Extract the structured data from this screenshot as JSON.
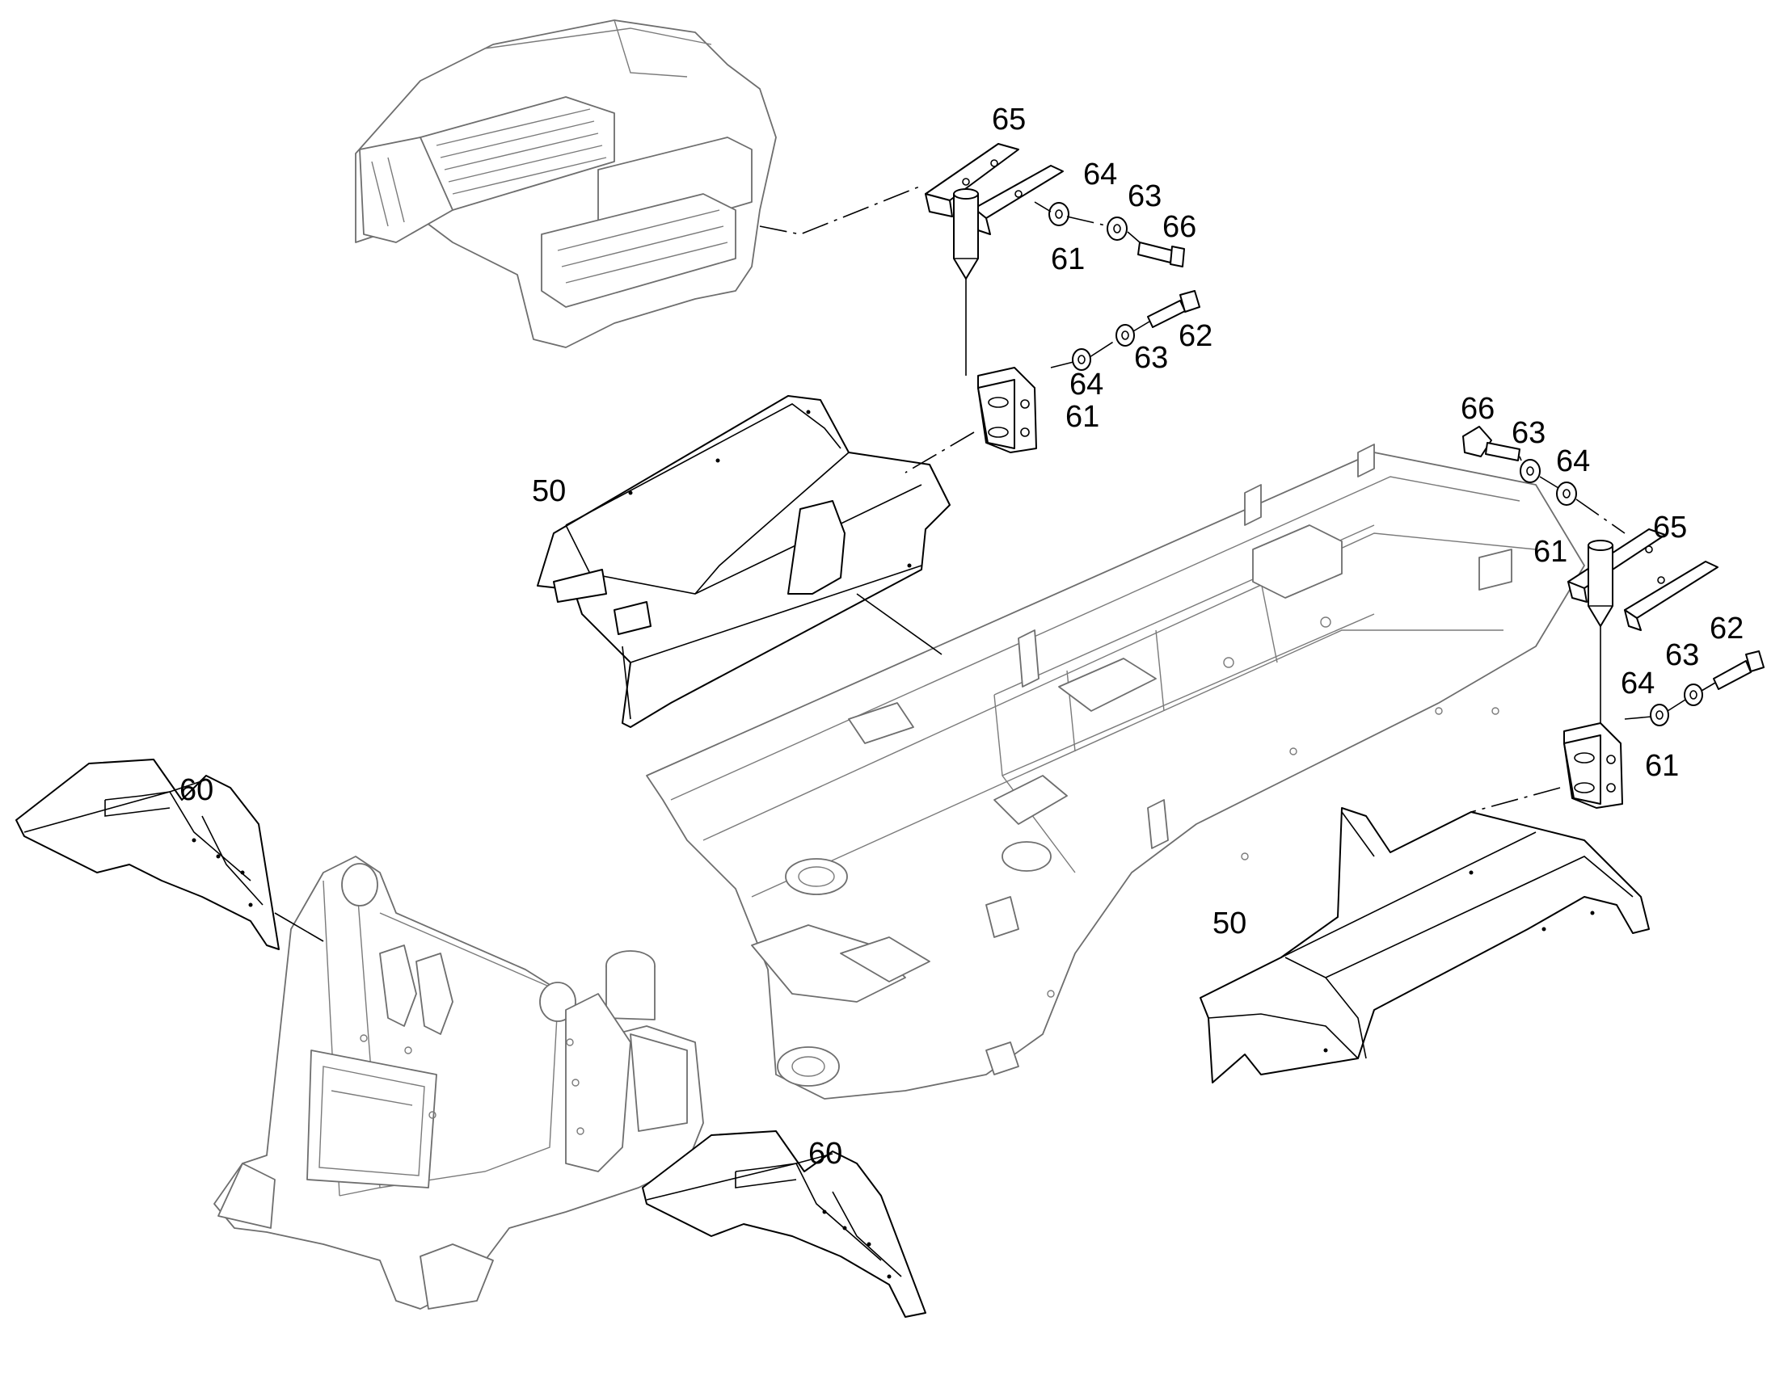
{
  "callouts": {
    "c65_top": "65",
    "c64_top": "64",
    "c63_top": "63",
    "c66_top": "66",
    "c61_pin_top": "61",
    "c62_top": "62",
    "c63_mid": "63",
    "c64_mid": "64",
    "c61_bracket_top": "61",
    "c50_left": "50",
    "c66_right": "66",
    "c63_right": "63",
    "c64_right": "64",
    "c65_right": "65",
    "c61_pin_right": "61",
    "c62_right": "62",
    "c63_right_low": "63",
    "c64_right_low": "64",
    "c61_bracket_right": "61",
    "c60_left": "60",
    "c50_right": "50",
    "c60_bottom": "60"
  },
  "colors": {
    "line": "#000000",
    "gray_line": "#6e6e6e",
    "background": "#ffffff"
  }
}
